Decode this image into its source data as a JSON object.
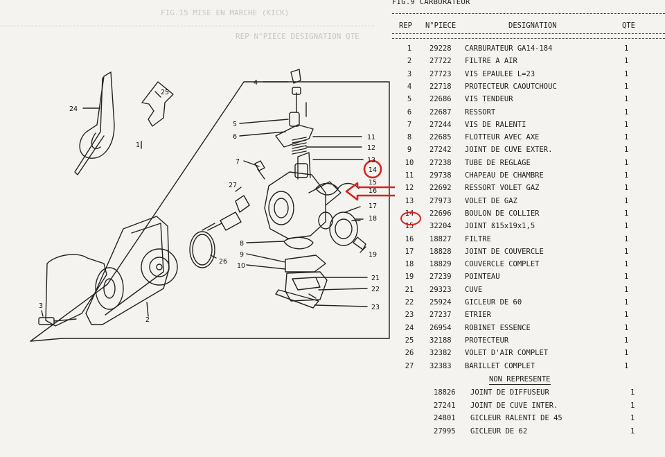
{
  "figure_title": "FIG.9 CARBURATEUR",
  "table_headers": {
    "rep": "REP",
    "piece": "N°PIECE",
    "designation": "DESIGNATION",
    "qte": "QTE"
  },
  "parts": [
    {
      "rep": "1",
      "piece": "29228",
      "designation": "CARBURATEUR GA14-184",
      "qte": "1"
    },
    {
      "rep": "2",
      "piece": "27722",
      "designation": "FILTRE A AIR",
      "qte": "1"
    },
    {
      "rep": "3",
      "piece": "27723",
      "designation": "VIS EPAULEE L=23",
      "qte": "1"
    },
    {
      "rep": "4",
      "piece": "22718",
      "designation": "PROTECTEUR CAOUTCHOUC",
      "qte": "1"
    },
    {
      "rep": "5",
      "piece": "22686",
      "designation": "VIS TENDEUR",
      "qte": "1"
    },
    {
      "rep": "6",
      "piece": "22687",
      "designation": "RESSORT",
      "qte": "1"
    },
    {
      "rep": "7",
      "piece": "27244",
      "designation": "VIS DE RALENTI",
      "qte": "1"
    },
    {
      "rep": "8",
      "piece": "22685",
      "designation": "FLOTTEUR AVEC AXE",
      "qte": "1"
    },
    {
      "rep": "9",
      "piece": "27242",
      "designation": "JOINT DE CUVE EXTER.",
      "qte": "1"
    },
    {
      "rep": "10",
      "piece": "27238",
      "designation": "TUBE DE REGLAGE",
      "qte": "1"
    },
    {
      "rep": "11",
      "piece": "29738",
      "designation": "CHAPEAU DE CHAMBRE",
      "qte": "1"
    },
    {
      "rep": "12",
      "piece": "22692",
      "designation": "RESSORT VOLET GAZ",
      "qte": "1"
    },
    {
      "rep": "13",
      "piece": "27973",
      "designation": "VOLET DE GAZ",
      "qte": "1"
    },
    {
      "rep": "14",
      "piece": "22696",
      "designation": "BOULON DE COLLIER",
      "qte": "1"
    },
    {
      "rep": "15",
      "piece": "32204",
      "designation": "JOINT ß15x19x1,5",
      "qte": "1"
    },
    {
      "rep": "16",
      "piece": "18827",
      "designation": "FILTRE",
      "qte": "1"
    },
    {
      "rep": "17",
      "piece": "18828",
      "designation": "JOINT DE COUVERCLE",
      "qte": "1"
    },
    {
      "rep": "18",
      "piece": "18829",
      "designation": "COUVERCLE COMPLET",
      "qte": "1"
    },
    {
      "rep": "19",
      "piece": "27239",
      "designation": "POINTEAU",
      "qte": "1"
    },
    {
      "rep": "21",
      "piece": "29323",
      "designation": "CUVE",
      "qte": "1"
    },
    {
      "rep": "22",
      "piece": "25924",
      "designation": "GICLEUR DE 60",
      "qte": "1"
    },
    {
      "rep": "23",
      "piece": "27237",
      "designation": "ETRIER",
      "qte": "1"
    },
    {
      "rep": "24",
      "piece": "26954",
      "designation": "ROBINET ESSENCE",
      "qte": "1"
    },
    {
      "rep": "25",
      "piece": "32188",
      "designation": "PROTECTEUR",
      "qte": "1"
    },
    {
      "rep": "26",
      "piece": "32382",
      "designation": "VOLET D'AIR COMPLET",
      "qte": "1"
    },
    {
      "rep": "27",
      "piece": "32383",
      "designation": "BARILLET COMPLET",
      "qte": "1"
    }
  ],
  "non_represente_label": "NON REPRESENTE",
  "non_represente": [
    {
      "piece": "18826",
      "designation": "JOINT DE DIFFUSEUR",
      "qte": "1"
    },
    {
      "piece": "27241",
      "designation": "JOINT DE CUVE INTER.",
      "qte": "1"
    },
    {
      "piece": "24801",
      "designation": "GICLEUR RALENTI DE 45",
      "qte": "1"
    },
    {
      "piece": "27995",
      "designation": "GICLEUR DE 62",
      "qte": "1"
    }
  ],
  "diagram_labels": [
    "1",
    "2",
    "3",
    "4",
    "5",
    "6",
    "7",
    "8",
    "9",
    "10",
    "11",
    "12",
    "13",
    "14",
    "15",
    "16",
    "17",
    "18",
    "19",
    "21",
    "22",
    "23",
    "24",
    "25",
    "26",
    "27"
  ],
  "highlight": {
    "color": "#d8231f",
    "rep": "14"
  }
}
